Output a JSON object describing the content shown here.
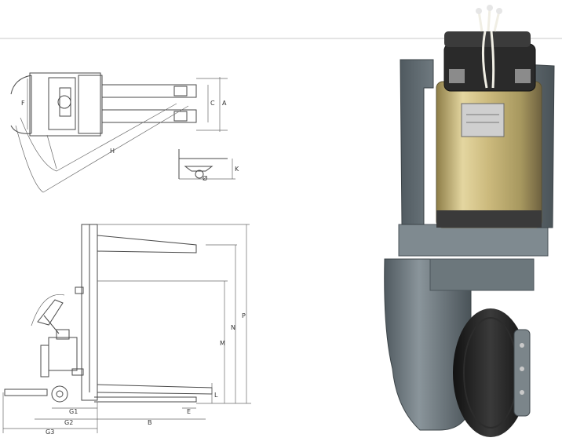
{
  "colors": {
    "background": "#ffffff",
    "divider": "#c8c8c8",
    "drawing_line": "#4a4a4a",
    "motor_gold": "#c9b779",
    "frame_grey": "#6f7a80",
    "tire_black": "#222222"
  },
  "top_view": {
    "dimension_labels": [
      "F",
      "C",
      "A",
      "H"
    ]
  },
  "wheel_detail": {
    "dimension_labels": [
      "K",
      "Ø"
    ]
  },
  "side_view": {
    "dimension_labels": [
      "P",
      "N",
      "M",
      "L",
      "E",
      "G1",
      "G2",
      "B",
      "G3"
    ]
  },
  "photo": {
    "subject": "drive wheel motor assembly"
  }
}
